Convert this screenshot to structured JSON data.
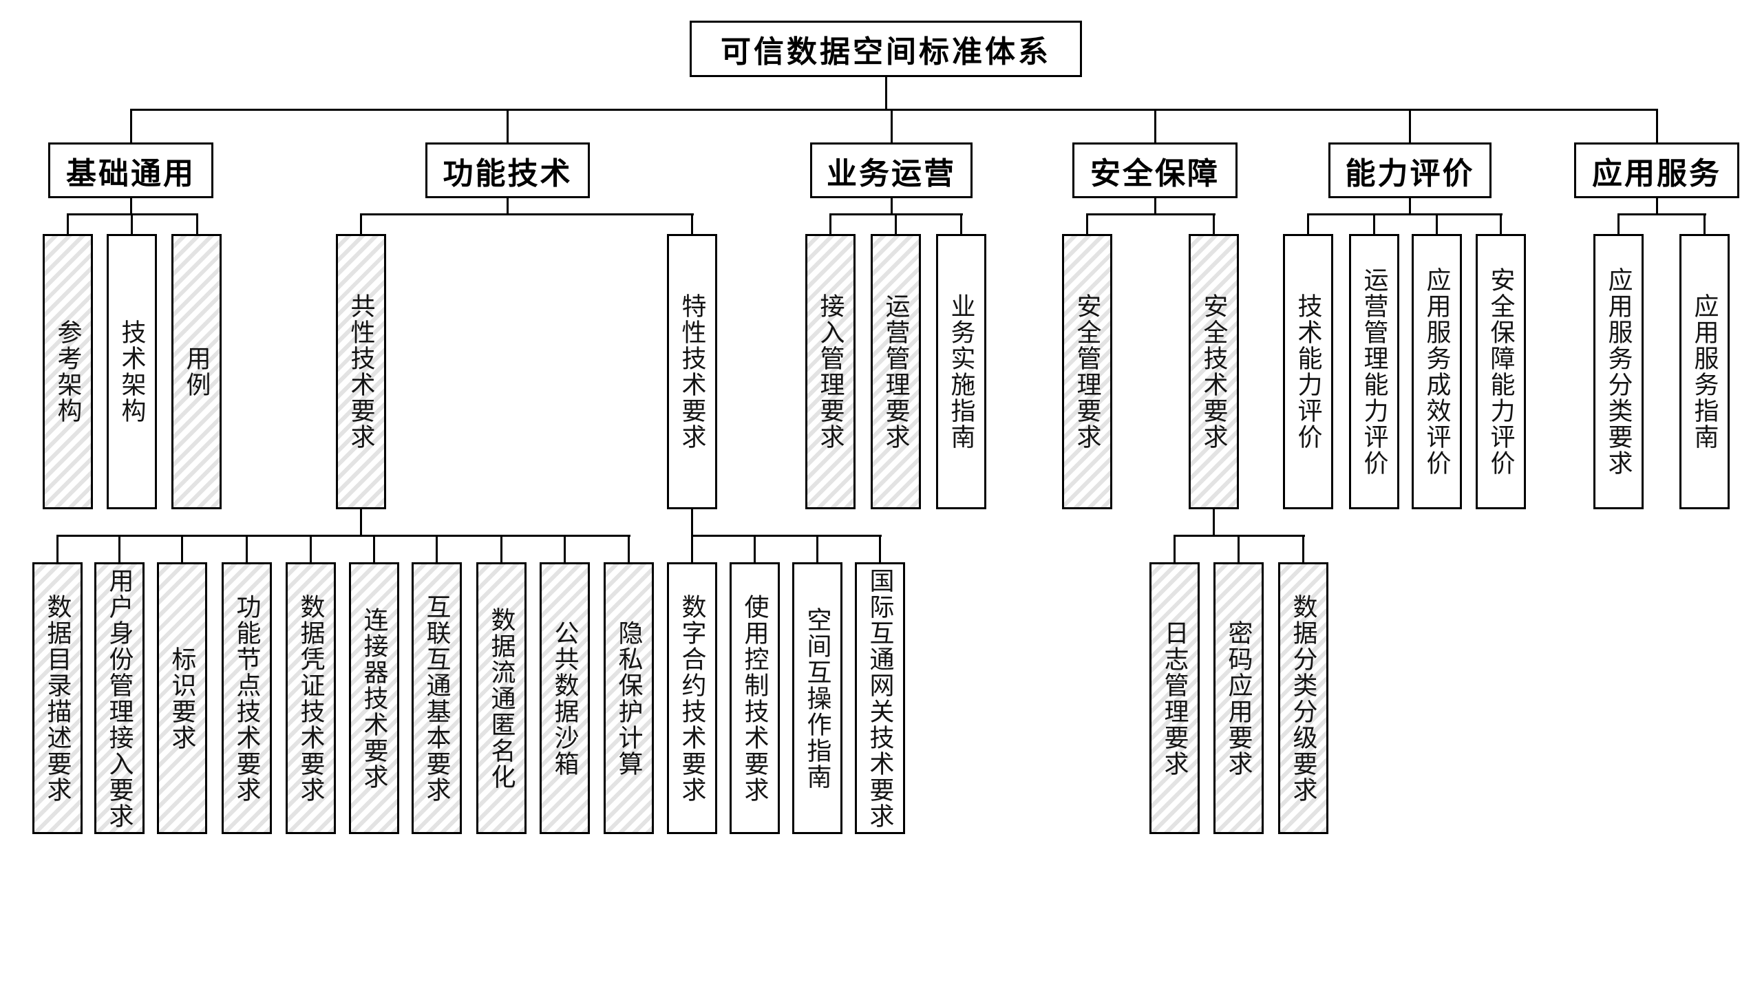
{
  "title": "可信数据空间标准体系",
  "style": {
    "line_color": "#000000",
    "box_background": "#ffffff",
    "hatch_stripe_color": "#e3e3e3",
    "text_color": "#141414"
  },
  "branches": [
    {
      "label": "基础通用",
      "children": [
        {
          "label": "参考架构",
          "hatched": true
        },
        {
          "label": "技术架构",
          "hatched": false
        },
        {
          "label": "用例",
          "hatched": true
        }
      ]
    },
    {
      "label": "功能技术",
      "children": [
        {
          "label": "共性技术要求",
          "hatched": true,
          "children": [
            {
              "label": "数据目录描述要求",
              "hatched": true
            },
            {
              "label": "用户身份管理接入要求",
              "hatched": true
            },
            {
              "label": "标识要求",
              "hatched": true
            },
            {
              "label": "功能节点技术要求",
              "hatched": true
            },
            {
              "label": "数据凭证技术要求",
              "hatched": true
            },
            {
              "label": "连接器技术要求",
              "hatched": true
            },
            {
              "label": "互联互通基本要求",
              "hatched": true
            },
            {
              "label": "数据流通匿名化",
              "hatched": true
            },
            {
              "label": "公共数据沙箱",
              "hatched": true
            },
            {
              "label": "隐私保护计算",
              "hatched": true
            }
          ]
        },
        {
          "label": "特性技术要求",
          "hatched": false,
          "children": [
            {
              "label": "数字合约技术要求",
              "hatched": false
            },
            {
              "label": "使用控制技术要求",
              "hatched": false
            },
            {
              "label": "空间互操作指南",
              "hatched": false
            },
            {
              "label": "国际互通网关技术要求",
              "hatched": false
            }
          ]
        }
      ]
    },
    {
      "label": "业务运营",
      "children": [
        {
          "label": "接入管理要求",
          "hatched": true
        },
        {
          "label": "运营管理要求",
          "hatched": true
        },
        {
          "label": "业务实施指南",
          "hatched": false
        }
      ]
    },
    {
      "label": "安全保障",
      "children": [
        {
          "label": "安全管理要求",
          "hatched": true
        },
        {
          "label": "安全技术要求",
          "hatched": true,
          "children": [
            {
              "label": "日志管理要求",
              "hatched": true
            },
            {
              "label": "密码应用要求",
              "hatched": true
            },
            {
              "label": "数据分类分级要求",
              "hatched": true
            }
          ]
        }
      ]
    },
    {
      "label": "能力评价",
      "children": [
        {
          "label": "技术能力评价",
          "hatched": false
        },
        {
          "label": "运营管理能力评价",
          "hatched": false
        },
        {
          "label": "应用服务成效评价",
          "hatched": false
        },
        {
          "label": "安全保障能力评价",
          "hatched": false
        }
      ]
    },
    {
      "label": "应用服务",
      "children": [
        {
          "label": "应用服务分类要求",
          "hatched": false
        },
        {
          "label": "应用服务指南",
          "hatched": false
        }
      ]
    }
  ]
}
